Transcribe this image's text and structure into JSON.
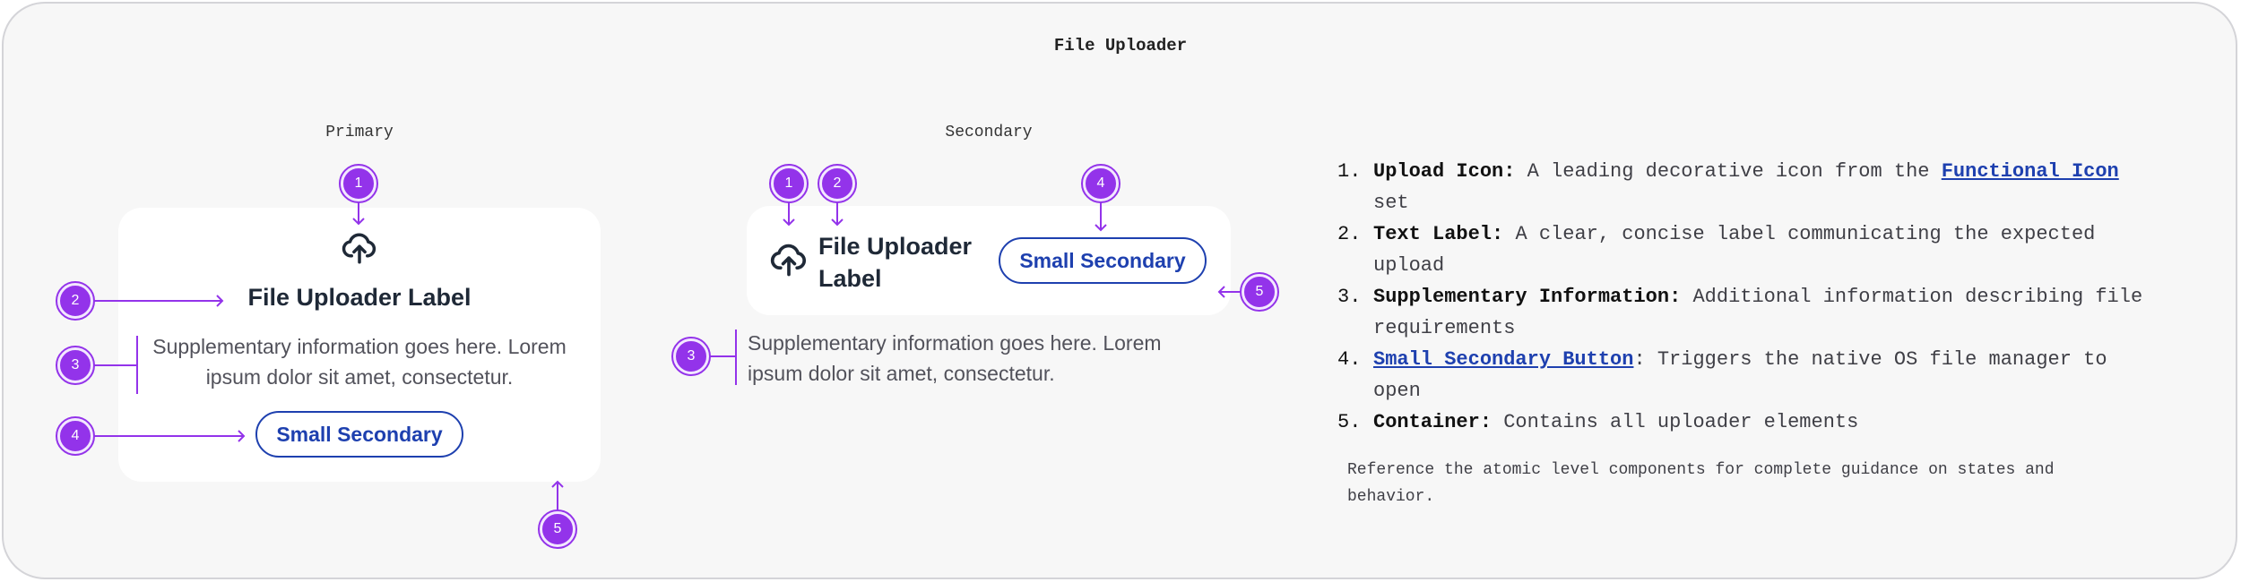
{
  "title": "File Uploader",
  "primary": {
    "section_label": "Primary",
    "label": "File Uploader Label",
    "supplementary": "Supplementary information goes here. Lorem ipsum dolor sit amet, consectetur.",
    "button": "Small Secondary",
    "callouts": {
      "icon": "1",
      "label": "2",
      "supplementary": "3",
      "button": "4",
      "container": "5"
    }
  },
  "secondary": {
    "section_label": "Secondary",
    "label": "File Uploader Label",
    "supplementary": "Supplementary information goes here. Lorem ipsum dolor sit amet, consectetur.",
    "button": "Small Secondary",
    "callouts": {
      "icon": "1",
      "label": "2",
      "supplementary": "3",
      "button": "4",
      "container": "5"
    }
  },
  "legend": [
    {
      "num": "1.",
      "term": "Upload Icon",
      "pre": "A leading decorative icon from the ",
      "link": "Functional Icon",
      "post": " set"
    },
    {
      "num": "2.",
      "term": "Text Label",
      "pre": "A clear, concise label communicating the expected upload",
      "link": "",
      "post": ""
    },
    {
      "num": "3.",
      "term": "Supplementary Information",
      "pre": "Additional information describing file requirements",
      "link": "",
      "post": ""
    },
    {
      "num": "4.",
      "term_link": "Small Secondary Button",
      "pre": "Triggers the native OS file manager to open",
      "link": "",
      "post": ""
    },
    {
      "num": "5.",
      "term": "Container",
      "pre": "Contains all uploader elements",
      "link": "",
      "post": ""
    }
  ],
  "note": "Reference the atomic level components for complete guidance on states and behavior.",
  "icons": {
    "upload": "cloud-upload-icon"
  },
  "colors": {
    "annotation": "#9333ea",
    "button": "#1e40af",
    "background": "#f7f7f7"
  }
}
